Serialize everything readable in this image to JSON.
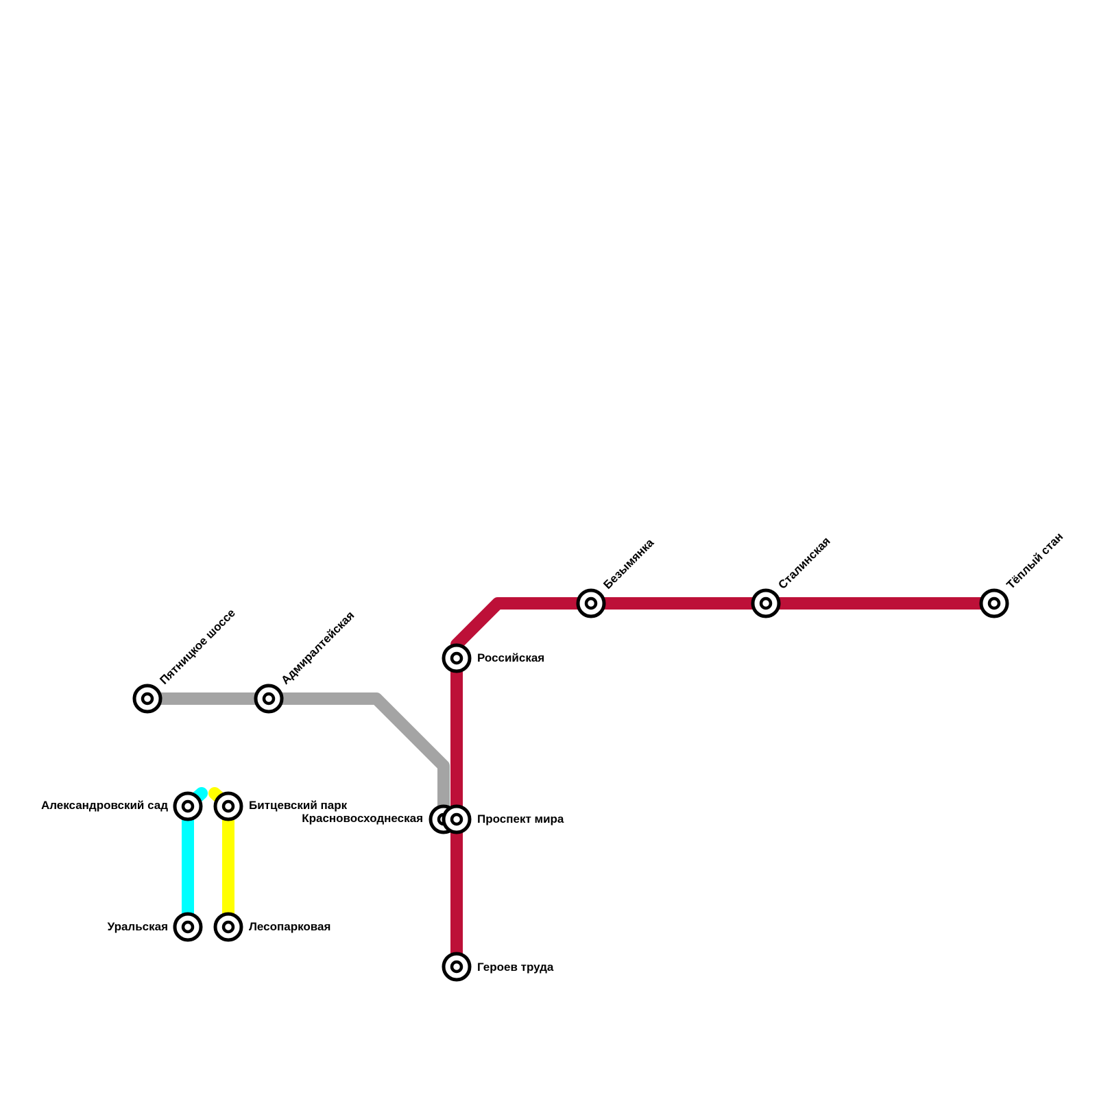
{
  "lines": [
    {
      "name": "gray-line",
      "color": "#a4a4a4"
    },
    {
      "name": "red-line",
      "color": "#bd1038"
    },
    {
      "name": "cyan-line",
      "color": "#00ffff"
    },
    {
      "name": "yellow-line",
      "color": "#ffff00"
    }
  ],
  "stations": {
    "pyatnitskoe": "Пятницкое шоссе",
    "admiralteiskaya": "Адмиралтейская",
    "krasnovoskhodneskaya": "Красновосходнеская",
    "rossiyskaya": "Российская",
    "prospekt_mira": "Проспект мира",
    "geroev_truda": "Героев труда",
    "bezymyanka": "Безымянка",
    "stalinskaya": "Сталинская",
    "teply_stan": "Тёплый стан",
    "aleksandrovsky_sad": "Александровский сад",
    "uralskaya": "Уральская",
    "bitsevsky_park": "Битцевский парк",
    "lesoparkovaya": "Лесопарковая"
  }
}
